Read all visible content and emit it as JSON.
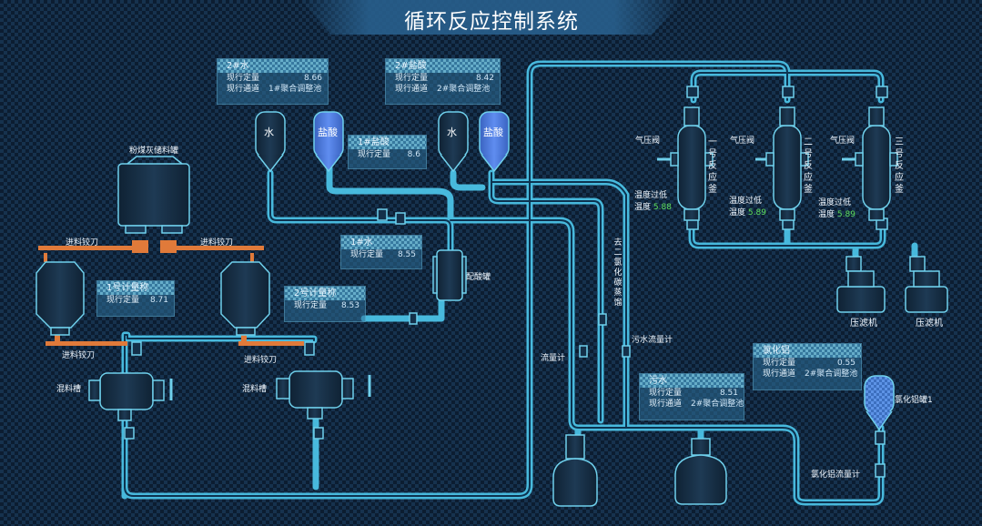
{
  "title": "循环反应控制系统",
  "panels": {
    "water2": {
      "header": "2#水",
      "r1_label": "现行定量",
      "r1_value": "8.66",
      "r2_label": "现行通道",
      "r2_value": "1#聚合调整池"
    },
    "acid2": {
      "header": "2#盐酸",
      "r1_label": "现行定量",
      "r1_value": "8.42",
      "r2_label": "现行通道",
      "r2_value": "2#聚合调整池"
    },
    "acid1": {
      "header": "1#盐酸",
      "r1_label": "现行定量",
      "r1_value": "8.6"
    },
    "water1": {
      "header": "1#水",
      "r1_label": "现行定量",
      "r1_value": "8.55"
    },
    "meter1": {
      "header": "1号计量称",
      "r1_label": "现行定量",
      "r1_value": "8.71"
    },
    "meter2": {
      "header": "2号计量称",
      "r1_label": "现行定量",
      "r1_value": "8.53"
    },
    "sewage": {
      "header": "污水",
      "r1_label": "现行定量",
      "r1_value": "8.51",
      "r2_label": "现行通道",
      "r2_value": "2#聚合调整池"
    },
    "alcl": {
      "header": "氯化铝",
      "r1_label": "现行定量",
      "r1_value": "0.55",
      "r2_label": "现行通道",
      "r2_value": "2#聚合调整池"
    }
  },
  "tanks": {
    "water_a": "水",
    "acid_a": "盐酸",
    "water_b": "水",
    "acid_b": "盐酸"
  },
  "labels": {
    "powder_bin": "粉煤灰储料罐",
    "feed_knife_left": "进料铰刀",
    "feed_knife_right": "进料铰刀",
    "discharge_knife_1": "进料铰刀",
    "discharge_knife_2": "进料铰刀",
    "mixer_1": "混料槽",
    "mixer_2": "混料槽",
    "acid_mix_tank": "配酸罐",
    "sewage_flow": "污水流量计",
    "flow_meter": "流量计",
    "vertical_pipe": "去二氯化碳蒸馏",
    "alcl_tank": "氯化铝罐1",
    "alcl_flow": "氯化铝流量计",
    "filter_1": "压滤机",
    "filter_2": "压滤机"
  },
  "reactors": [
    {
      "name": "一号反应釜",
      "valve": "气压阀",
      "temp_label": "温度过低",
      "temp_title": "温度",
      "temp_value": "5.88"
    },
    {
      "name": "二号反应釜",
      "valve": "气压阀",
      "temp_label": "温度过低",
      "temp_title": "温度",
      "temp_value": "5.89"
    },
    {
      "name": "三号反应釜",
      "valve": "气压阀",
      "temp_label": "温度过低",
      "temp_title": "温度",
      "temp_value": "5.89"
    }
  ],
  "colors": {
    "pipe": "#4ec9ee",
    "pipe_core": "#1e6f96",
    "accent": "#e07a3a",
    "equipment": "#6fd0ec",
    "value_green": "#5ee05e"
  }
}
